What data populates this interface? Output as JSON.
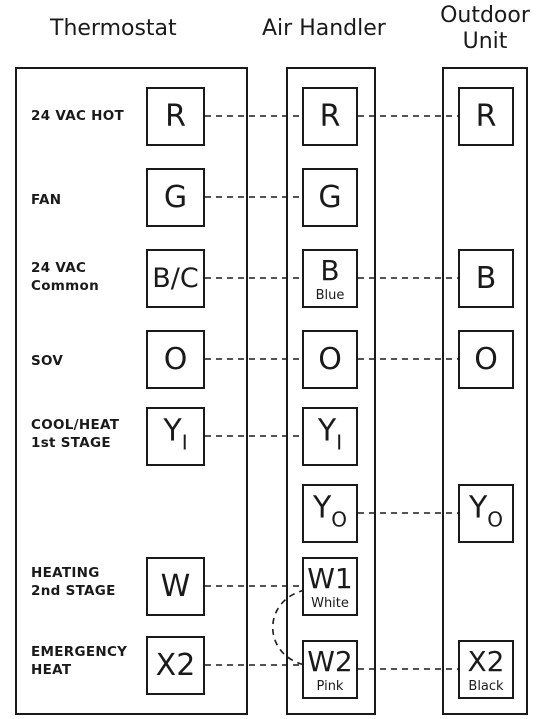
{
  "headers": {
    "thermostat": "Thermostat",
    "air_handler": "Air Handler",
    "outdoor_line1": "Outdoor",
    "outdoor_line2": "Unit"
  },
  "labels": {
    "r": "24 VAC HOT",
    "g": "FAN",
    "c_line1": "24 VAC",
    "c_line2": "Common",
    "o": "SOV",
    "y_line1": "COOL/HEAT",
    "y_line2": "1st STAGE",
    "w_line1": "HEATING",
    "w_line2": "2nd STAGE",
    "x_line1": "EMERGENCY",
    "x_line2": "HEAT"
  },
  "thermostat_terminals": {
    "r": "R",
    "g": "G",
    "c": "B/C",
    "o": "O",
    "y_main": "Y",
    "y_sub": "I",
    "w": "W",
    "x2": "X2"
  },
  "air_handler_terminals": {
    "r": "R",
    "g": "G",
    "b": "B",
    "b_color": "Blue",
    "o": "O",
    "yi_main": "Y",
    "yi_sub": "I",
    "yo_main": "Y",
    "yo_sub": "O",
    "w1": "W1",
    "w1_color": "White",
    "w2": "W2",
    "w2_color": "Pink"
  },
  "outdoor_terminals": {
    "r": "R",
    "b": "B",
    "o": "O",
    "yo_main": "Y",
    "yo_sub": "O",
    "x2": "X2",
    "x2_color": "Black"
  }
}
